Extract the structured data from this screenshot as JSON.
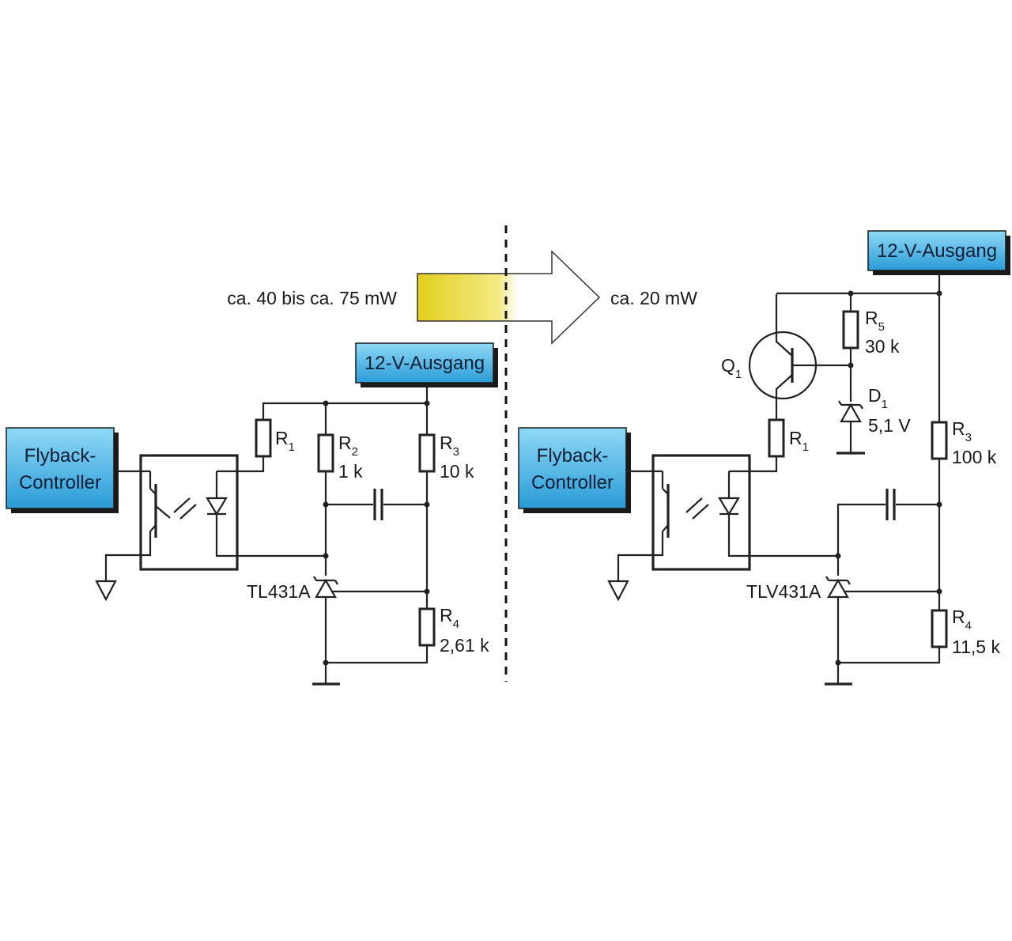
{
  "arrow": {
    "left_text": "ca. 40 bis ca. 75 mW",
    "right_text": "ca. 20 mW",
    "color_start": "#e6d21a",
    "color_end": "#ffffff"
  },
  "colors": {
    "box_fill_top": "#7cd2f4",
    "box_fill_bottom": "#2b9fd8",
    "box_shadow": "#1a1a1a",
    "wire": "#222222"
  },
  "left": {
    "controller_line1": "Flyback-",
    "controller_line2": "Controller",
    "output_label": "12-V-Ausgang",
    "r1": {
      "name": "R",
      "sub": "1"
    },
    "r2": {
      "name": "R",
      "sub": "2",
      "value": "1 k"
    },
    "r3": {
      "name": "R",
      "sub": "3",
      "value": "10 k"
    },
    "r4": {
      "name": "R",
      "sub": "4",
      "value": "2,61 k"
    },
    "regulator": "TL431A"
  },
  "right": {
    "controller_line1": "Flyback-",
    "controller_line2": "Controller",
    "output_label": "12-V-Ausgang",
    "q1": {
      "name": "Q",
      "sub": "1"
    },
    "r1": {
      "name": "R",
      "sub": "1"
    },
    "r5": {
      "name": "R",
      "sub": "5",
      "value": "30 k"
    },
    "d1": {
      "name": "D",
      "sub": "1",
      "value": "5,1 V"
    },
    "r3": {
      "name": "R",
      "sub": "3",
      "value": "100 k"
    },
    "r4": {
      "name": "R",
      "sub": "4",
      "value": "11,5 k"
    },
    "regulator": "TLV431A"
  }
}
